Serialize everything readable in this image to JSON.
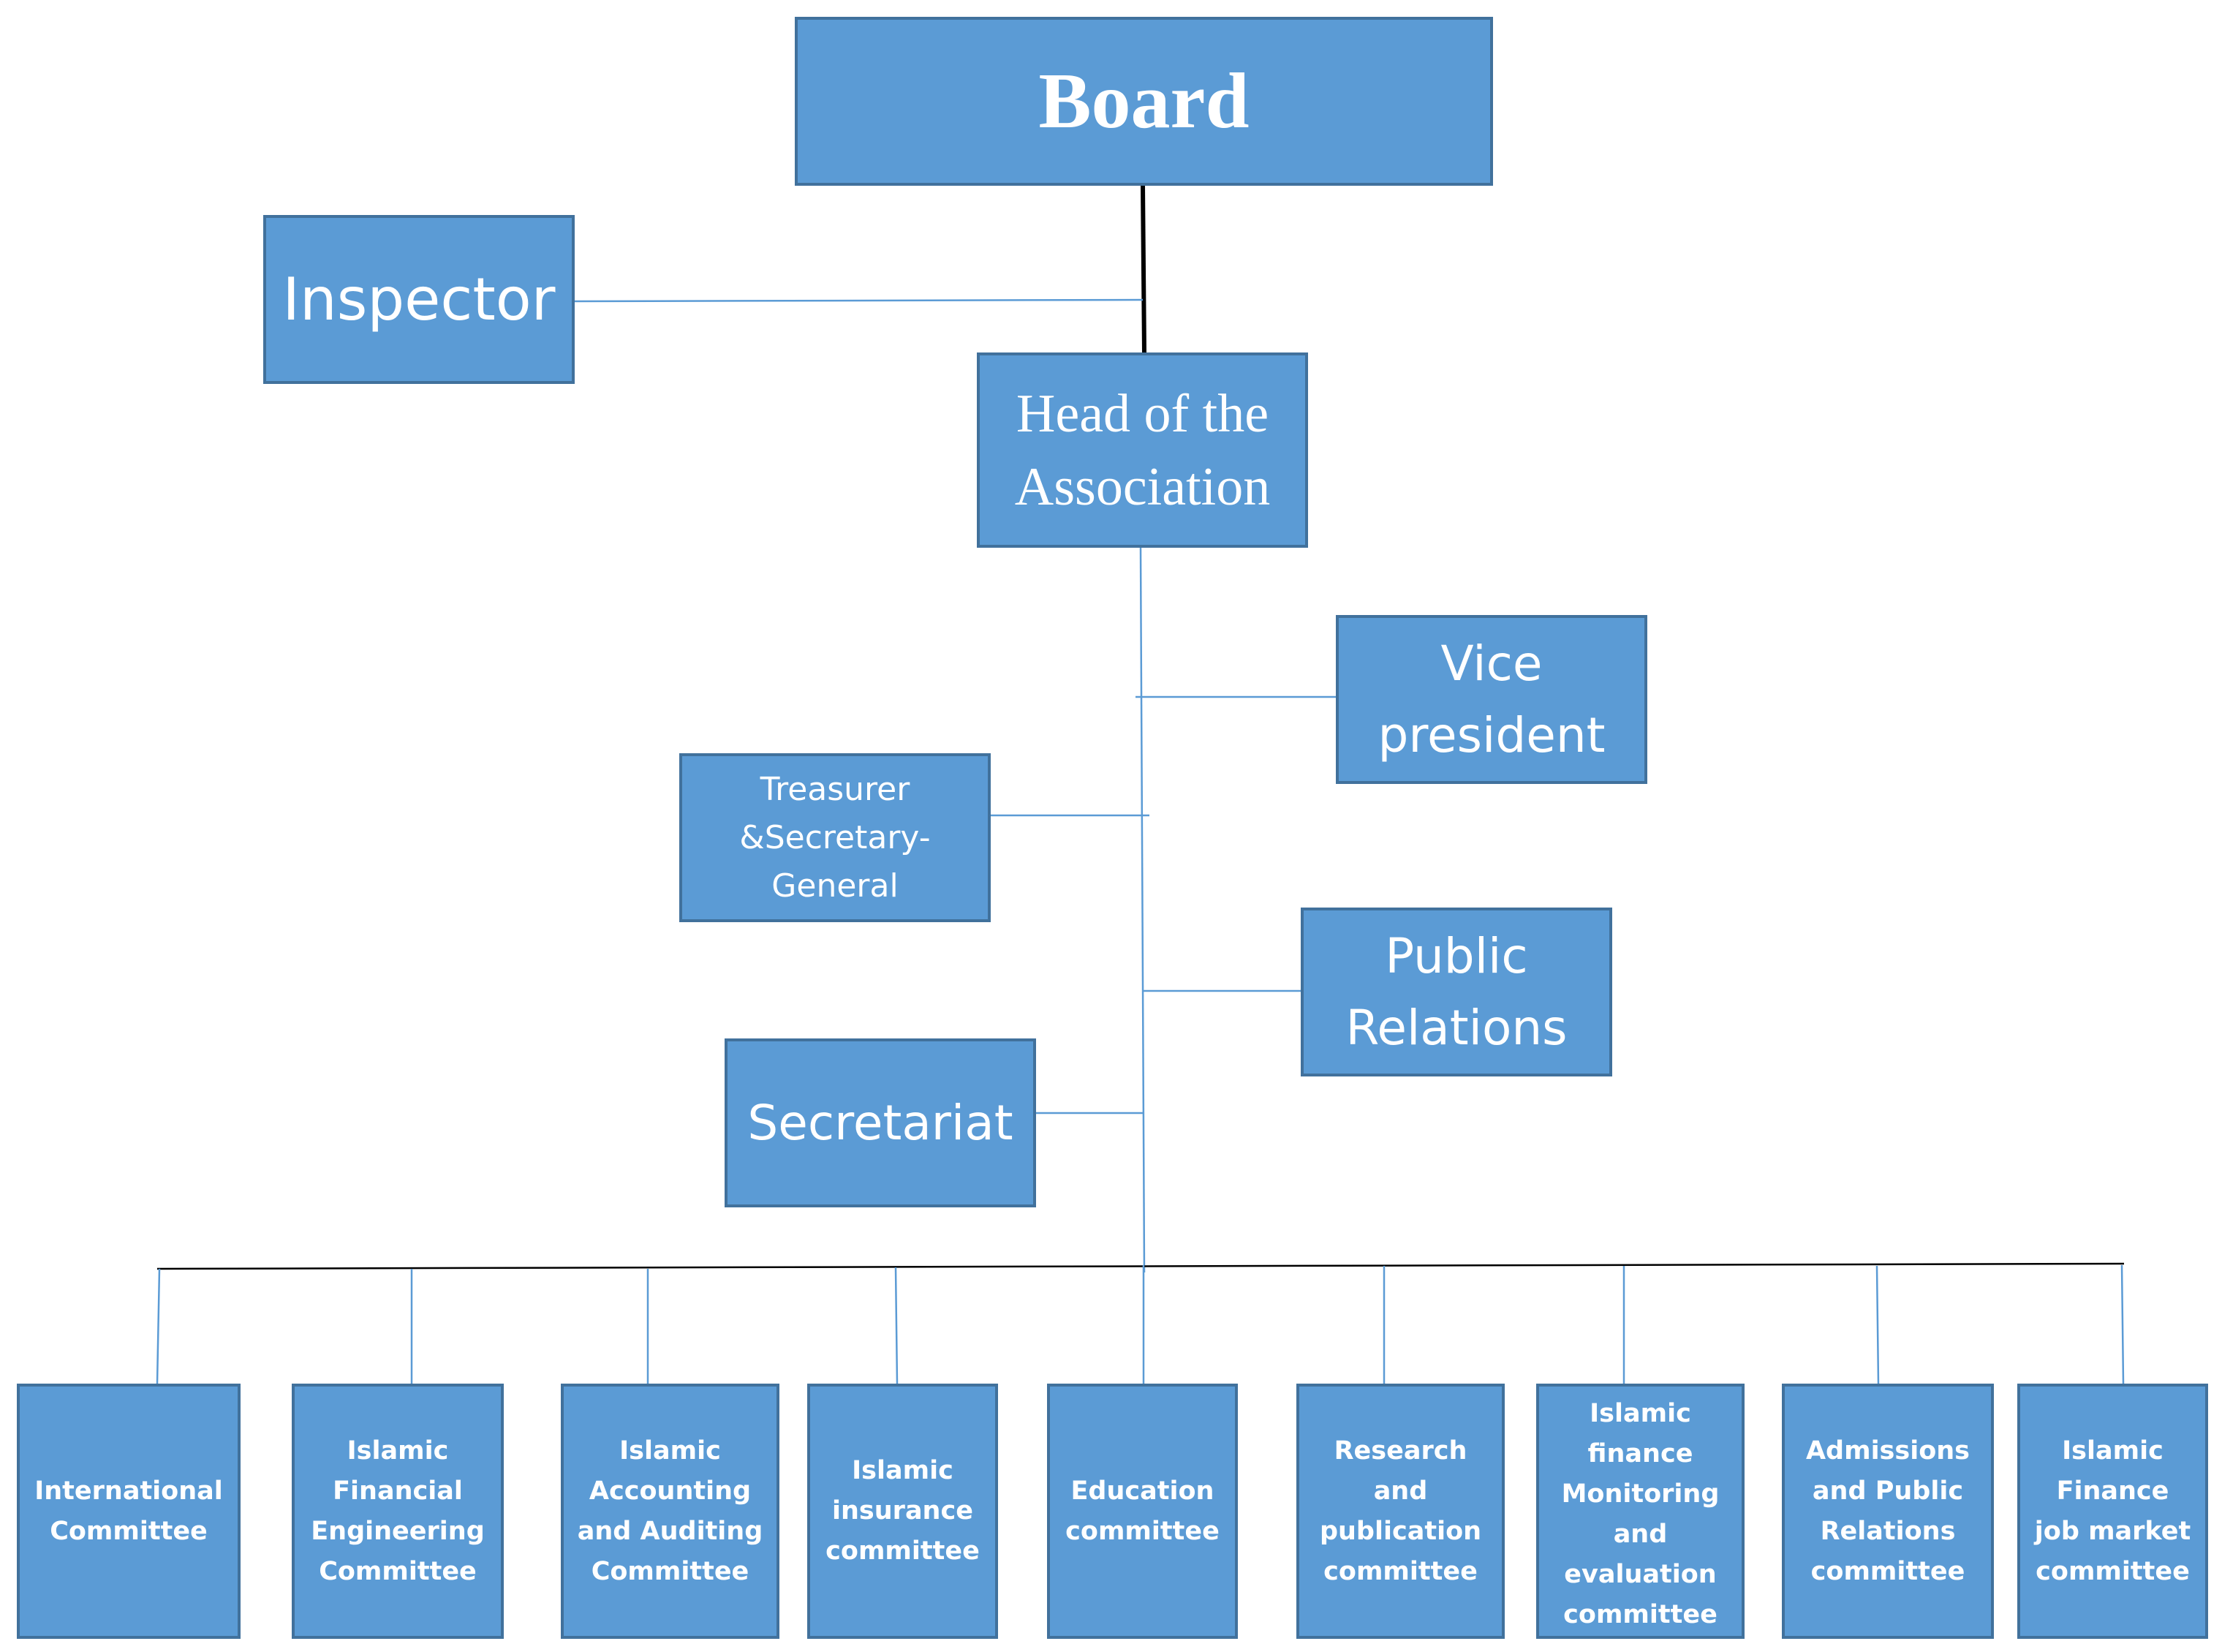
{
  "diagram": {
    "board": "Board",
    "inspector": "Inspector",
    "head": "Head of the\nAssociation",
    "vice_president": "Vice\npresident",
    "treasurer": "Treasurer\n&Secretary-\nGeneral",
    "public_relations": "Public\nRelations",
    "secretariat": "Secretariat",
    "committees": [
      "International\nCommittee",
      "Islamic\nFinancial\nEngineering\nCommittee",
      "Islamic\nAccounting\nand Auditing\nCommittee",
      "Islamic\ninsurance\ncommittee",
      "Education\ncommittee",
      "Research\nand\npublication\ncommittee",
      "Islamic\nfinance\nMonitoring\nand\nevaluation\ncommittee",
      "Admissions\nand Public\nRelations\ncommittee",
      "Islamic\nFinance\njob market\ncommittee"
    ],
    "colors": {
      "box_fill": "#5b9bd5",
      "box_border": "#41719c",
      "box_text": "#ffffff",
      "thin_connector": "#5b9bd5",
      "dark_connector": "#000000"
    }
  }
}
